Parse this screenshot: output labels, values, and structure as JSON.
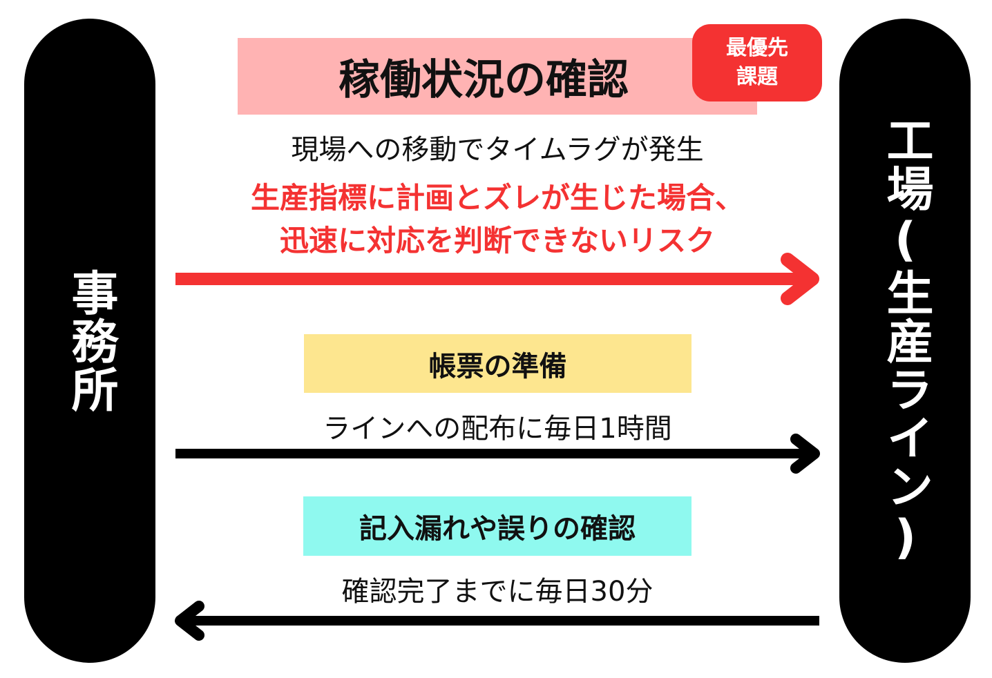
{
  "left_node": {
    "label": "事務所"
  },
  "right_node": {
    "label": "工場(生産ライン)"
  },
  "flows": [
    {
      "title": "稼働状況の確認",
      "badge": "最優先\n課題",
      "badge_lines": [
        "最優先",
        "課題"
      ],
      "description": "現場への移動でタイムラグが発生",
      "risk_lines": [
        "生産指標に計画とズレが生じた場合、",
        "迅速に対応を判断できないリスク"
      ],
      "direction": "right",
      "title_color": "#ffb3b3",
      "arrow_color": "#f43232"
    },
    {
      "title": "帳票の準備",
      "description": "ラインへの配布に毎日1時間",
      "direction": "right",
      "title_color": "#fde68f",
      "arrow_color": "#000000"
    },
    {
      "title": "記入漏れや誤りの確認",
      "description": "確認完了までに毎日30分",
      "direction": "left",
      "title_color": "#8ff9ef",
      "arrow_color": "#000000"
    }
  ]
}
